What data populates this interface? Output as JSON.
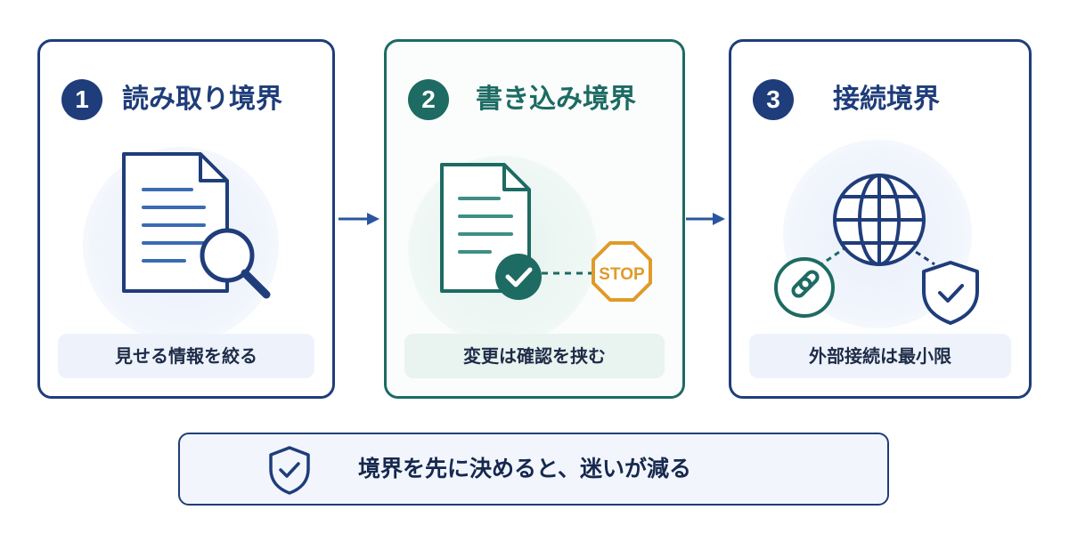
{
  "steps": [
    {
      "number": "1",
      "title": "読み取り境界",
      "caption": "見せる情報を絞る"
    },
    {
      "number": "2",
      "title": "書き込み境界",
      "caption": "変更は確認を挟む",
      "stop_sign": "STOP"
    },
    {
      "number": "3",
      "title": "接続境界",
      "caption": "外部接続は最小限"
    }
  ],
  "summary": "境界を先に決めると、迷いが減る",
  "colors": {
    "navy": "#1f3d7a",
    "teal": "#1d6b63",
    "orange": "#e09a2a",
    "pill_blue": "#eef3fb",
    "pill_teal": "#e9f3f0"
  },
  "icons": {
    "card1": [
      "document-icon",
      "magnifier-icon"
    ],
    "card2": [
      "document-icon",
      "check-badge-icon",
      "stop-sign-icon"
    ],
    "card3": [
      "globe-icon",
      "link-icon",
      "shield-check-icon"
    ],
    "banner": "shield-check-icon"
  }
}
